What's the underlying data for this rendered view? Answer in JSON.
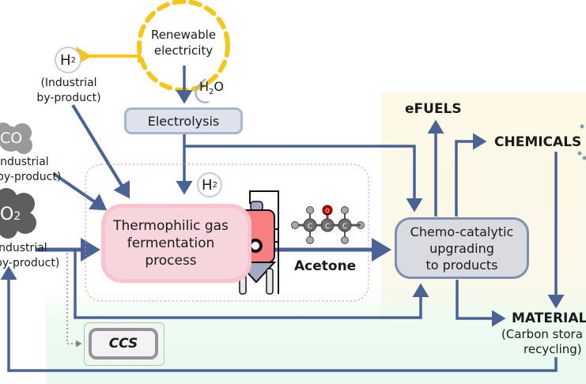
{
  "diagram": {
    "renewable": {
      "line1": "Renewable",
      "line2": "electricity"
    },
    "water": {
      "label": "H",
      "sub": "2",
      "tail": "O"
    },
    "electrolysis": {
      "label": "Electrolysis"
    },
    "h2_industrial": {
      "symbol": "H",
      "sub": "2",
      "line1": "(Industrial",
      "line2": "by-product)"
    },
    "co": {
      "symbol": "CO",
      "line1": "Industrial",
      "line2": "by-product)"
    },
    "co2": {
      "symbol": "O",
      "sub": "2",
      "line1": "Industrial",
      "line2": "by-product)"
    },
    "h2_electro": {
      "symbol": "H",
      "sub": "2"
    },
    "fermentation": {
      "line1": "Thermophilic gas",
      "line2": "fermentation",
      "line3": "process"
    },
    "acetone": {
      "label": "Acetone",
      "atoms": {
        "carbon": "C",
        "oxygen": "O",
        "hydrogen": "H"
      }
    },
    "upgrading": {
      "line1": "Chemo-catalytic",
      "line2": "upgrading",
      "line3": "to products"
    },
    "efuels": {
      "label": "eFUELS"
    },
    "chemicals": {
      "label": "CHEMICALS"
    },
    "materials": {
      "label": "MATERIAL",
      "line1": "(Carbon stora",
      "line2": "recycling)"
    },
    "ccs": {
      "label": "CCS"
    }
  },
  "colors": {
    "arrow": "#4a6396",
    "electricity": "#f5c518",
    "fermenter_body": "#f87f7f",
    "fermenter_cone": "#a3a9c3",
    "oxygen_atom": "#c00000",
    "carbon_atom": "#6e6e6e"
  }
}
